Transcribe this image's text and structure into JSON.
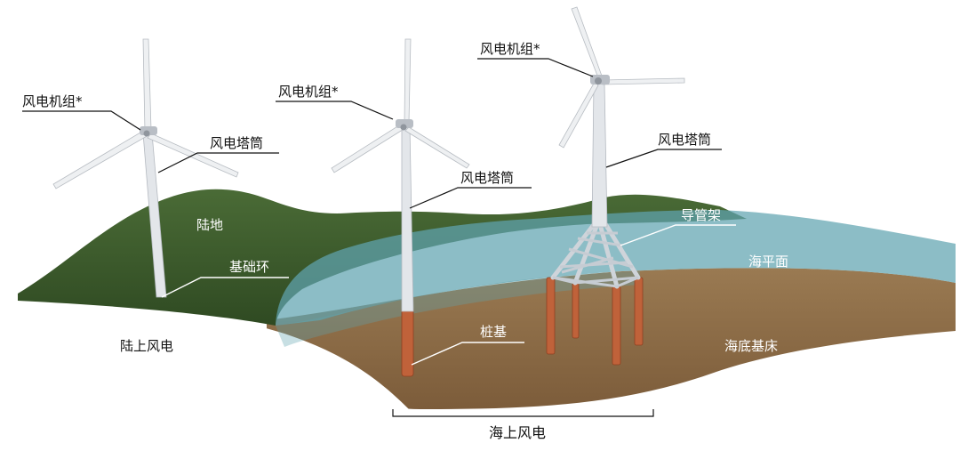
{
  "labels": {
    "onshore": {
      "turbine": "风电机组*",
      "tower": "风电塔筒",
      "land": "陆地",
      "foundation_ring": "基础环",
      "caption": "陆上风电"
    },
    "monopile": {
      "turbine": "风电机组*",
      "tower": "风电塔筒",
      "pile": "桩基"
    },
    "jacket": {
      "turbine": "风电机组*",
      "tower": "风电塔筒",
      "jacket": "导管架"
    },
    "sea_level": "海平面",
    "seabed": "海底基床",
    "offshore_caption": "海上风电"
  },
  "colors": {
    "land": "#3f5f2f",
    "sea": "#5fa4b0",
    "seabed": "#8a6a45",
    "pile": "#c0623a",
    "tower": "#e3e6ea"
  }
}
